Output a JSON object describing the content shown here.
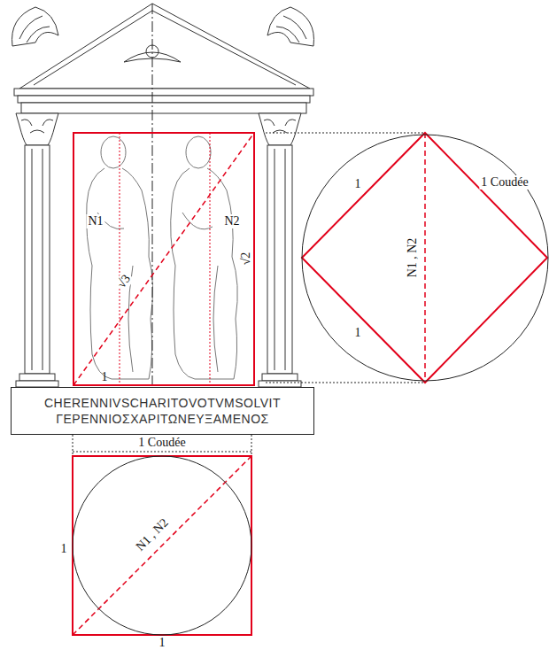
{
  "diagram": {
    "nodes": [
      {
        "text": [
          "CHERENNIVSCHARITOVOTVMSOLVIT",
          "ΓΕΡΕΝΝΙΟΣΧΑΡΙΤΩΝΕΥΞΑΜΕΝΟΣ"
        ]
      }
    ],
    "labels": [
      "N1",
      "N2",
      "√3",
      "√2",
      "1",
      "1",
      "1 Coudée",
      "N1 , N2",
      "1",
      "1 Coudée",
      "1",
      "N1 , N2",
      "1"
    ]
  }
}
